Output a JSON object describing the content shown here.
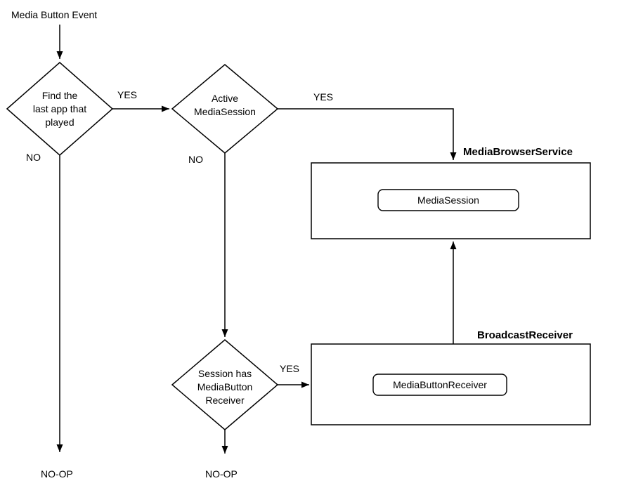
{
  "diagram": {
    "start_label": "Media Button Event",
    "decisions": {
      "find_app": {
        "lines": [
          "Find the",
          "last app that",
          "played"
        ]
      },
      "active_session": {
        "lines": [
          "Active",
          "MediaSession"
        ]
      },
      "session_receiver": {
        "lines": [
          "Session has",
          "MediaButton",
          "Receiver"
        ]
      }
    },
    "containers": {
      "media_browser_service": {
        "title": "MediaBrowserService",
        "node": "MediaSession"
      },
      "broadcast_receiver": {
        "title": "BroadcastReceiver",
        "node": "MediaButtonReceiver"
      }
    },
    "edge_labels": {
      "find_app_yes": "YES",
      "find_app_no": "NO",
      "active_session_yes": "YES",
      "active_session_no": "NO",
      "session_receiver_yes": "YES"
    },
    "terminals": {
      "noop_left": "NO-OP",
      "noop_middle": "NO-OP"
    },
    "colors": {
      "node_fill": "#d8e6f3",
      "node_stroke": "#54708c",
      "line": "#000000",
      "background": "#ffffff"
    }
  }
}
